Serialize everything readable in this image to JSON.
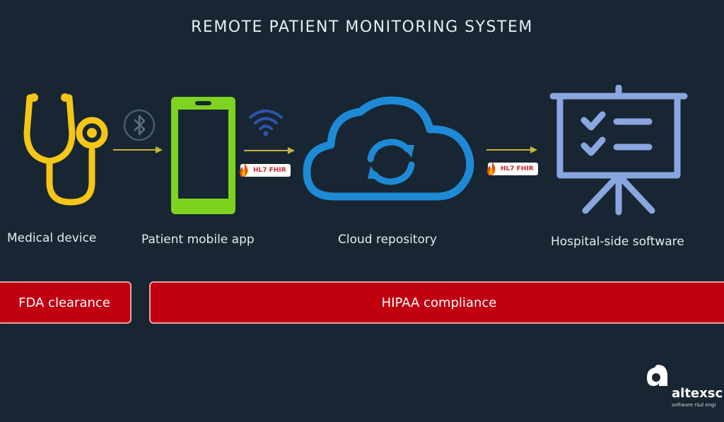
{
  "title": "REMOTE PATIENT MONITORING SYSTEM",
  "nodes": [
    {
      "label": "Medical device",
      "icon": "stethoscope-icon",
      "color": "#f5c518"
    },
    {
      "label": "Patient mobile app",
      "icon": "smartphone-icon",
      "color": "#7ed321"
    },
    {
      "label": "Cloud repository",
      "icon": "cloud-sync-icon",
      "color": "#1e8ad6"
    },
    {
      "label": "Hospital-side software",
      "icon": "presentation-board-icon",
      "color": "#8aa6e0"
    }
  ],
  "connections": [
    {
      "icon": "bluetooth-icon"
    },
    {
      "icon": "wifi-icon",
      "badge": "HL7 FHIR"
    },
    {
      "badge": "HL7 FHIR"
    }
  ],
  "bars": {
    "fda": "FDA clearance",
    "hipaa": "HIPAA compliance"
  },
  "brand": {
    "name": "altexsc",
    "tagline": "software r&d engi"
  },
  "colors": {
    "background": "#172632",
    "bar": "#c00010",
    "arrow": "#c9b23a"
  }
}
